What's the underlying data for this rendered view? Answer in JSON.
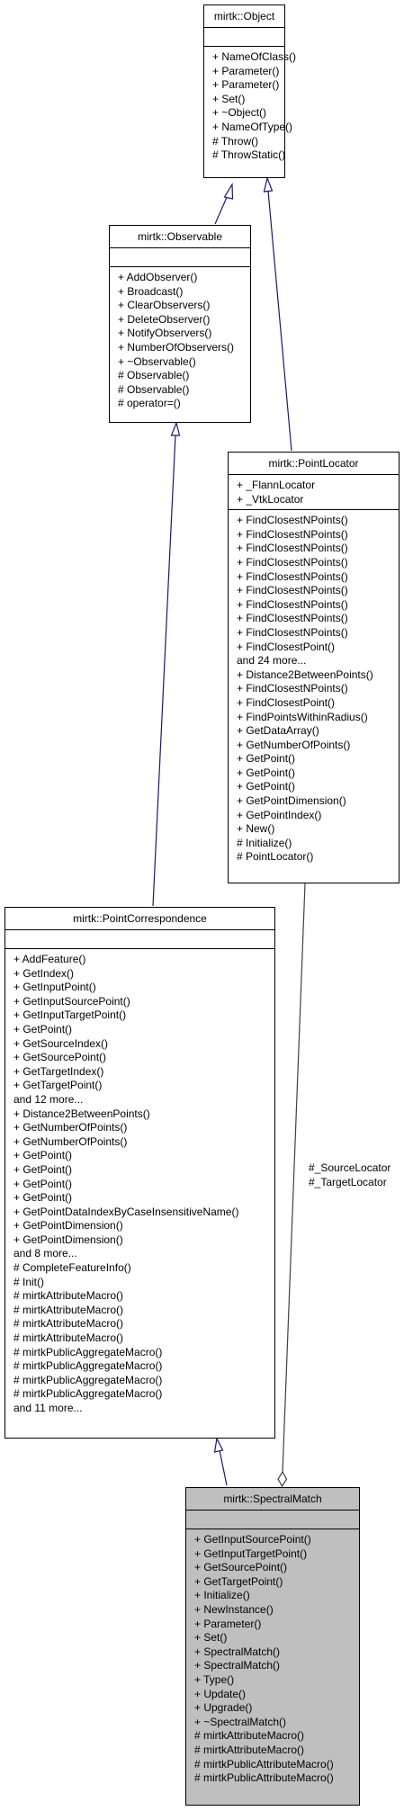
{
  "classes": {
    "object": {
      "name": "mirtk::Object",
      "attributes": [],
      "methods": [
        "+ NameOfClass()",
        "+ Parameter()",
        "+ Parameter()",
        "+ Set()",
        "+ ~Object()",
        "+ NameOfType()",
        "# Throw()",
        "# ThrowStatic()"
      ]
    },
    "observable": {
      "name": "mirtk::Observable",
      "attributes": [],
      "methods": [
        "+ AddObserver()",
        "+ Broadcast()",
        "+ ClearObservers()",
        "+ DeleteObserver()",
        "+ NotifyObservers()",
        "+ NumberOfObservers()",
        "+ ~Observable()",
        "# Observable()",
        "# Observable()",
        "# operator=()"
      ]
    },
    "point_locator": {
      "name": "mirtk::PointLocator",
      "attributes": [
        "+ _FlannLocator",
        "+ _VtkLocator"
      ],
      "methods": [
        "+ FindClosestNPoints()",
        "+ FindClosestNPoints()",
        "+ FindClosestNPoints()",
        "+ FindClosestNPoints()",
        "+ FindClosestNPoints()",
        "+ FindClosestNPoints()",
        "+ FindClosestNPoints()",
        "+ FindClosestNPoints()",
        "+ FindClosestNPoints()",
        "+ FindClosestPoint()",
        "and 24 more...",
        "+ Distance2BetweenPoints()",
        "+ FindClosestNPoints()",
        "+ FindClosestPoint()",
        "+ FindPointsWithinRadius()",
        "+ GetDataArray()",
        "+ GetNumberOfPoints()",
        "+ GetPoint()",
        "+ GetPoint()",
        "+ GetPoint()",
        "+ GetPointDimension()",
        "+ GetPointIndex()",
        "+ New()",
        "# Initialize()",
        "# PointLocator()"
      ]
    },
    "point_correspondence": {
      "name": "mirtk::PointCorrespondence",
      "attributes": [],
      "methods": [
        "+ AddFeature()",
        "+ GetIndex()",
        "+ GetInputPoint()",
        "+ GetInputSourcePoint()",
        "+ GetInputTargetPoint()",
        "+ GetPoint()",
        "+ GetSourceIndex()",
        "+ GetSourcePoint()",
        "+ GetTargetIndex()",
        "+ GetTargetPoint()",
        "and 12 more...",
        "+ Distance2BetweenPoints()",
        "+ GetNumberOfPoints()",
        "+ GetNumberOfPoints()",
        "+ GetPoint()",
        "+ GetPoint()",
        "+ GetPoint()",
        "+ GetPoint()",
        "+ GetPointDataIndexByCaseInsensitiveName()",
        "+ GetPointDimension()",
        "+ GetPointDimension()",
        "and 8 more...",
        "# CompleteFeatureInfo()",
        "# Init()",
        "# mirtkAttributeMacro()",
        "# mirtkAttributeMacro()",
        "# mirtkAttributeMacro()",
        "# mirtkAttributeMacro()",
        "# mirtkPublicAggregateMacro()",
        "# mirtkPublicAggregateMacro()",
        "# mirtkPublicAggregateMacro()",
        "# mirtkPublicAggregateMacro()",
        "and 11 more..."
      ]
    },
    "spectral_match": {
      "name": "mirtk::SpectralMatch",
      "attributes": [],
      "methods": [
        "+ GetInputSourcePoint()",
        "+ GetInputTargetPoint()",
        "+ GetSourcePoint()",
        "+ GetTargetPoint()",
        "+ Initialize()",
        "+ NewInstance()",
        "+ Parameter()",
        "+ Set()",
        "+ SpectralMatch()",
        "+ SpectralMatch()",
        "+ Type()",
        "+ Update()",
        "+ Upgrade()",
        "+ ~SpectralMatch()",
        "# mirtkAttributeMacro()",
        "# mirtkAttributeMacro()",
        "# mirtkPublicAttributeMacro()",
        "# mirtkPublicAttributeMacro()"
      ]
    }
  },
  "edge_labels": {
    "source_locator": "#_SourceLocator",
    "target_locator": "#_TargetLocator"
  },
  "colors": {
    "inheritance_edge": "#191970",
    "usage_edge": "#404040",
    "focus_fill": "#bfbfbf"
  }
}
